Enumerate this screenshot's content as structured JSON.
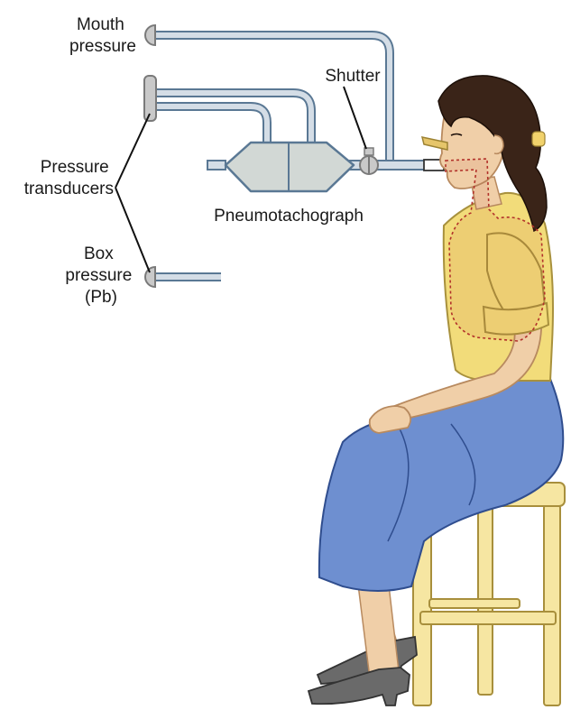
{
  "labels": {
    "mouth_pressure": [
      "Mouth",
      "pressure"
    ],
    "shutter": "Shutter",
    "pressure_transducers": [
      "Pressure",
      "transducers"
    ],
    "pneumotachograph": "Pneumotachograph",
    "box_pressure": [
      "Box",
      "pressure",
      "(Pb)"
    ]
  },
  "colors": {
    "tube_fill": "#d4dde6",
    "tube_edge": "#5a7894",
    "device_fill": "#d2d8d5",
    "shirt": "#f2dc7a",
    "skin": "#f0cfa8",
    "skirt": "#6e8fd0",
    "hair": "#3a2418",
    "stool": "#f6e6a2",
    "shoe": "#6a6a6a",
    "dotted_airway": "#b2312a"
  }
}
